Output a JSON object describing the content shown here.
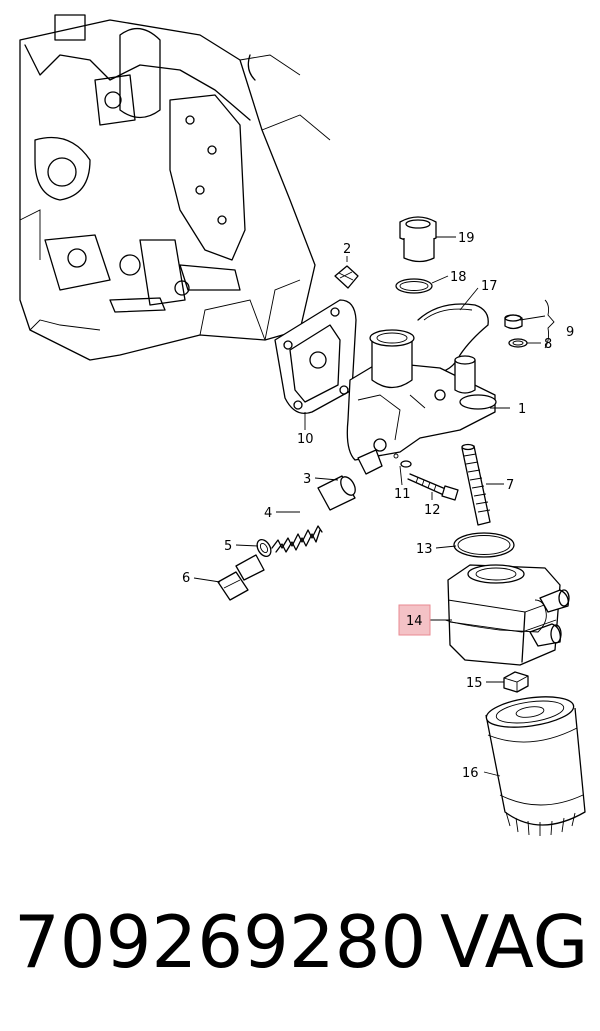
{
  "callouts": [
    {
      "id": "c1",
      "text": "1"
    },
    {
      "id": "c2",
      "text": "2"
    },
    {
      "id": "c3",
      "text": "3"
    },
    {
      "id": "c4",
      "text": "4"
    },
    {
      "id": "c5",
      "text": "5"
    },
    {
      "id": "c6",
      "text": "6"
    },
    {
      "id": "c7",
      "text": "7"
    },
    {
      "id": "c8",
      "text": "8"
    },
    {
      "id": "c9",
      "text": "9"
    },
    {
      "id": "c10",
      "text": "10"
    },
    {
      "id": "c11",
      "text": "11"
    },
    {
      "id": "c12",
      "text": "12"
    },
    {
      "id": "c13",
      "text": "13"
    },
    {
      "id": "c14",
      "text": "14"
    },
    {
      "id": "c15",
      "text": "15"
    },
    {
      "id": "c16",
      "text": "16"
    },
    {
      "id": "c17",
      "text": "17"
    },
    {
      "id": "c18",
      "text": "18"
    },
    {
      "id": "c19",
      "text": "19"
    }
  ],
  "highlighted_callout": "14",
  "highlight_color": "#f4c2c6",
  "highlight_border": "#e88a92",
  "footer": {
    "part_number": "709269280",
    "brand": "VAG"
  }
}
